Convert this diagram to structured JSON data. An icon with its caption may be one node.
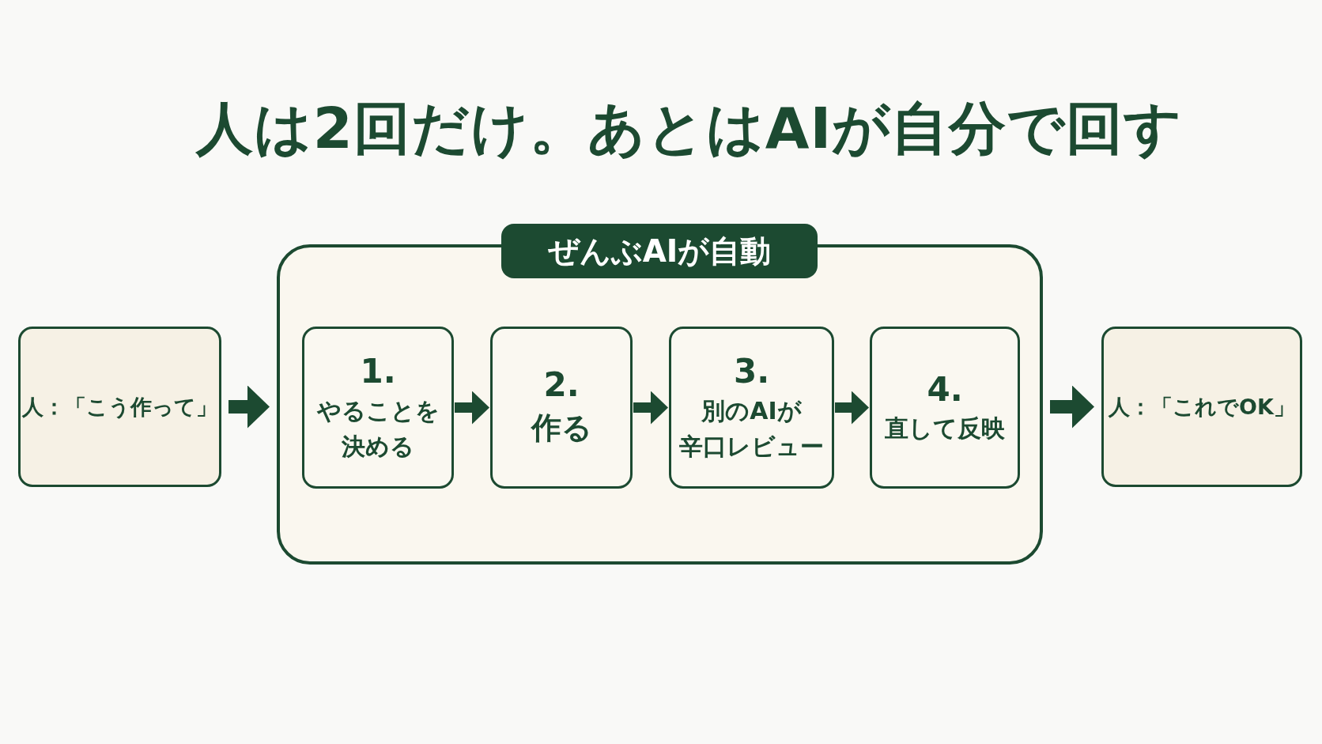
{
  "diagram": {
    "title": "人は2回だけ。あとはAIが自分で回す",
    "nodes": [
      {
        "text": [
          "人：「こう作って」"
        ]
      },
      {
        "text": [
          "ぜんぶAIが自動"
        ]
      },
      {
        "text": [
          "1.",
          "やることを決める"
        ],
        "in": 1
      },
      {
        "text": [
          "2.",
          "作る"
        ],
        "in": 1
      },
      {
        "text": [
          "3.",
          "別のAIが辛口レビュー"
        ],
        "in": 1
      },
      {
        "text": [
          "4.",
          "直して反映"
        ],
        "in": 1
      },
      {
        "text": [
          "人：「これでOK」"
        ]
      }
    ],
    "edges": [
      {
        "from": 0,
        "to": 1,
        "arrow": "to"
      },
      {
        "from": 2,
        "to": 3,
        "arrow": "to"
      },
      {
        "from": 3,
        "to": 4,
        "arrow": "to"
      },
      {
        "from": 4,
        "to": 5,
        "arrow": "to"
      },
      {
        "from": 1,
        "to": 6,
        "arrow": "to"
      }
    ]
  }
}
